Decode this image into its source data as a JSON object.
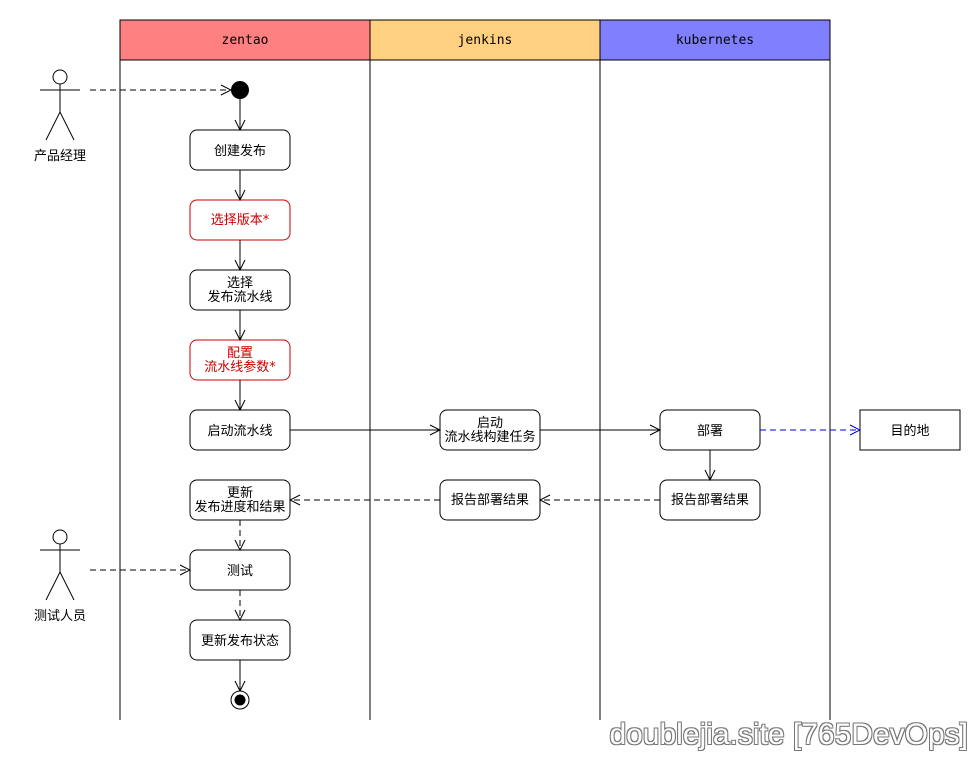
{
  "lanes": [
    {
      "title": "zentao",
      "color": "#ff8080"
    },
    {
      "title": "jenkins",
      "color": "#ffd080"
    },
    {
      "title": "kubernetes",
      "color": "#8080ff"
    }
  ],
  "actors": {
    "pm": "产品经理",
    "tester": "测试人员"
  },
  "nodes": {
    "create_release": [
      "创建发布"
    ],
    "select_version": [
      "选择版本*"
    ],
    "select_pipeline": [
      "选择",
      "发布流水线"
    ],
    "config_params": [
      "配置",
      "流水线参数*"
    ],
    "start_pipeline": [
      "启动流水线"
    ],
    "start_build": [
      "启动",
      "流水线构建任务"
    ],
    "deploy": [
      "部署"
    ],
    "destination": [
      "目的地"
    ],
    "report_k8s": [
      "报告部署结果"
    ],
    "report_jenkins": [
      "报告部署结果"
    ],
    "update_progress": [
      "更新",
      "发布进度和结果"
    ],
    "test": [
      "测试"
    ],
    "update_status": [
      "更新发布状态"
    ]
  },
  "colors": {
    "required": "#cc0000",
    "flow": "#000000",
    "external_flow": "#0000cc"
  },
  "watermark": "doublejia.site [765DevOps]"
}
